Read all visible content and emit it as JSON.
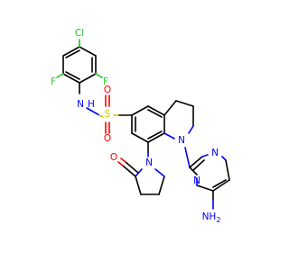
{
  "colors": {
    "carbon": "#000000",
    "nitrogen": "#0000ff",
    "oxygen": "#ff0000",
    "sulfur": "#cccc00",
    "fluorine": "#33cc33",
    "chlorine": "#1fbe1f",
    "background": "#ffffff"
  },
  "atoms": {
    "cl": "Cl",
    "f_left": "F",
    "f_right": "F",
    "nh": "N",
    "h": "H",
    "s": "S",
    "o_top": "O",
    "o_bottom": "O",
    "n_indoline": "N",
    "n_pyrrolidone": "N",
    "o_carbonyl": "O",
    "n_pyr1": "N",
    "n_pyr2": "N",
    "nh2_n": "NH",
    "nh2_sub": "2"
  }
}
